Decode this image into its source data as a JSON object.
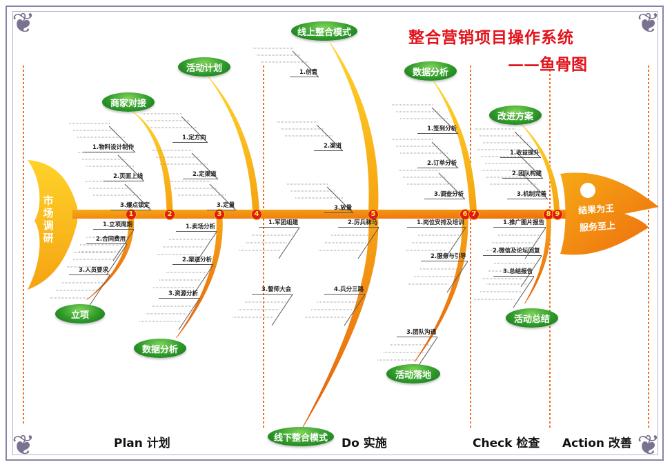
{
  "title": "整合营销项目操作系统",
  "subtitle": "——鱼骨图",
  "tail_label": "市场调研",
  "head_labels": [
    "结果为王",
    "服务至上"
  ],
  "numbers": [
    "1",
    "2",
    "3",
    "4",
    "5",
    "6",
    "7",
    "8",
    "9"
  ],
  "pills": {
    "merchant": "商家对接",
    "activity_plan": "活动计划",
    "online": "线上整合模式",
    "data_top": "数据分析",
    "improve": "改进方案",
    "project": "立项",
    "data_bottom": "数据分析",
    "landing": "活动落地",
    "offline": "线下整合模式",
    "summary": "活动总结"
  },
  "branches": {
    "merchant": [
      "1.物料设计制作",
      "2.页面上线",
      "3.爆点锁定"
    ],
    "activity_plan": [
      "1.定方向",
      "2.定渠道",
      "3.定量"
    ],
    "online": [
      "1.创意",
      "2.渠道",
      "3.放量"
    ],
    "data_top": [
      "1.签到分析",
      "2.订单分析",
      "3.调查分析"
    ],
    "improve": [
      "1.收益提升",
      "2.团队构建",
      "3.机制完善"
    ],
    "project": [
      "1.立项周期",
      "2.合同费用",
      "3.人员要求"
    ],
    "data_bottom": [
      "1.卖场分析",
      "2.渠道分析",
      "3.资源分析"
    ],
    "offline": [
      "1.军团组建",
      "2.厉兵秣马",
      "3.誓师大会",
      "4.兵分三路"
    ],
    "landing": [
      "1.岗位安排及培训",
      "2.服务与引导",
      "3.团队沟通"
    ],
    "summary": [
      "1.推广图片报告",
      "2.微信及论坛回复",
      "3.总结报告"
    ]
  },
  "phases": [
    "Plan 计划",
    "Do 实施",
    "Check 检查",
    "Action 改善"
  ],
  "colors": {
    "spine": "#f39a12",
    "bone": "#fbc21a",
    "title": "#e2121b",
    "pill": "#2e9a2a",
    "dot": "#e01919"
  }
}
